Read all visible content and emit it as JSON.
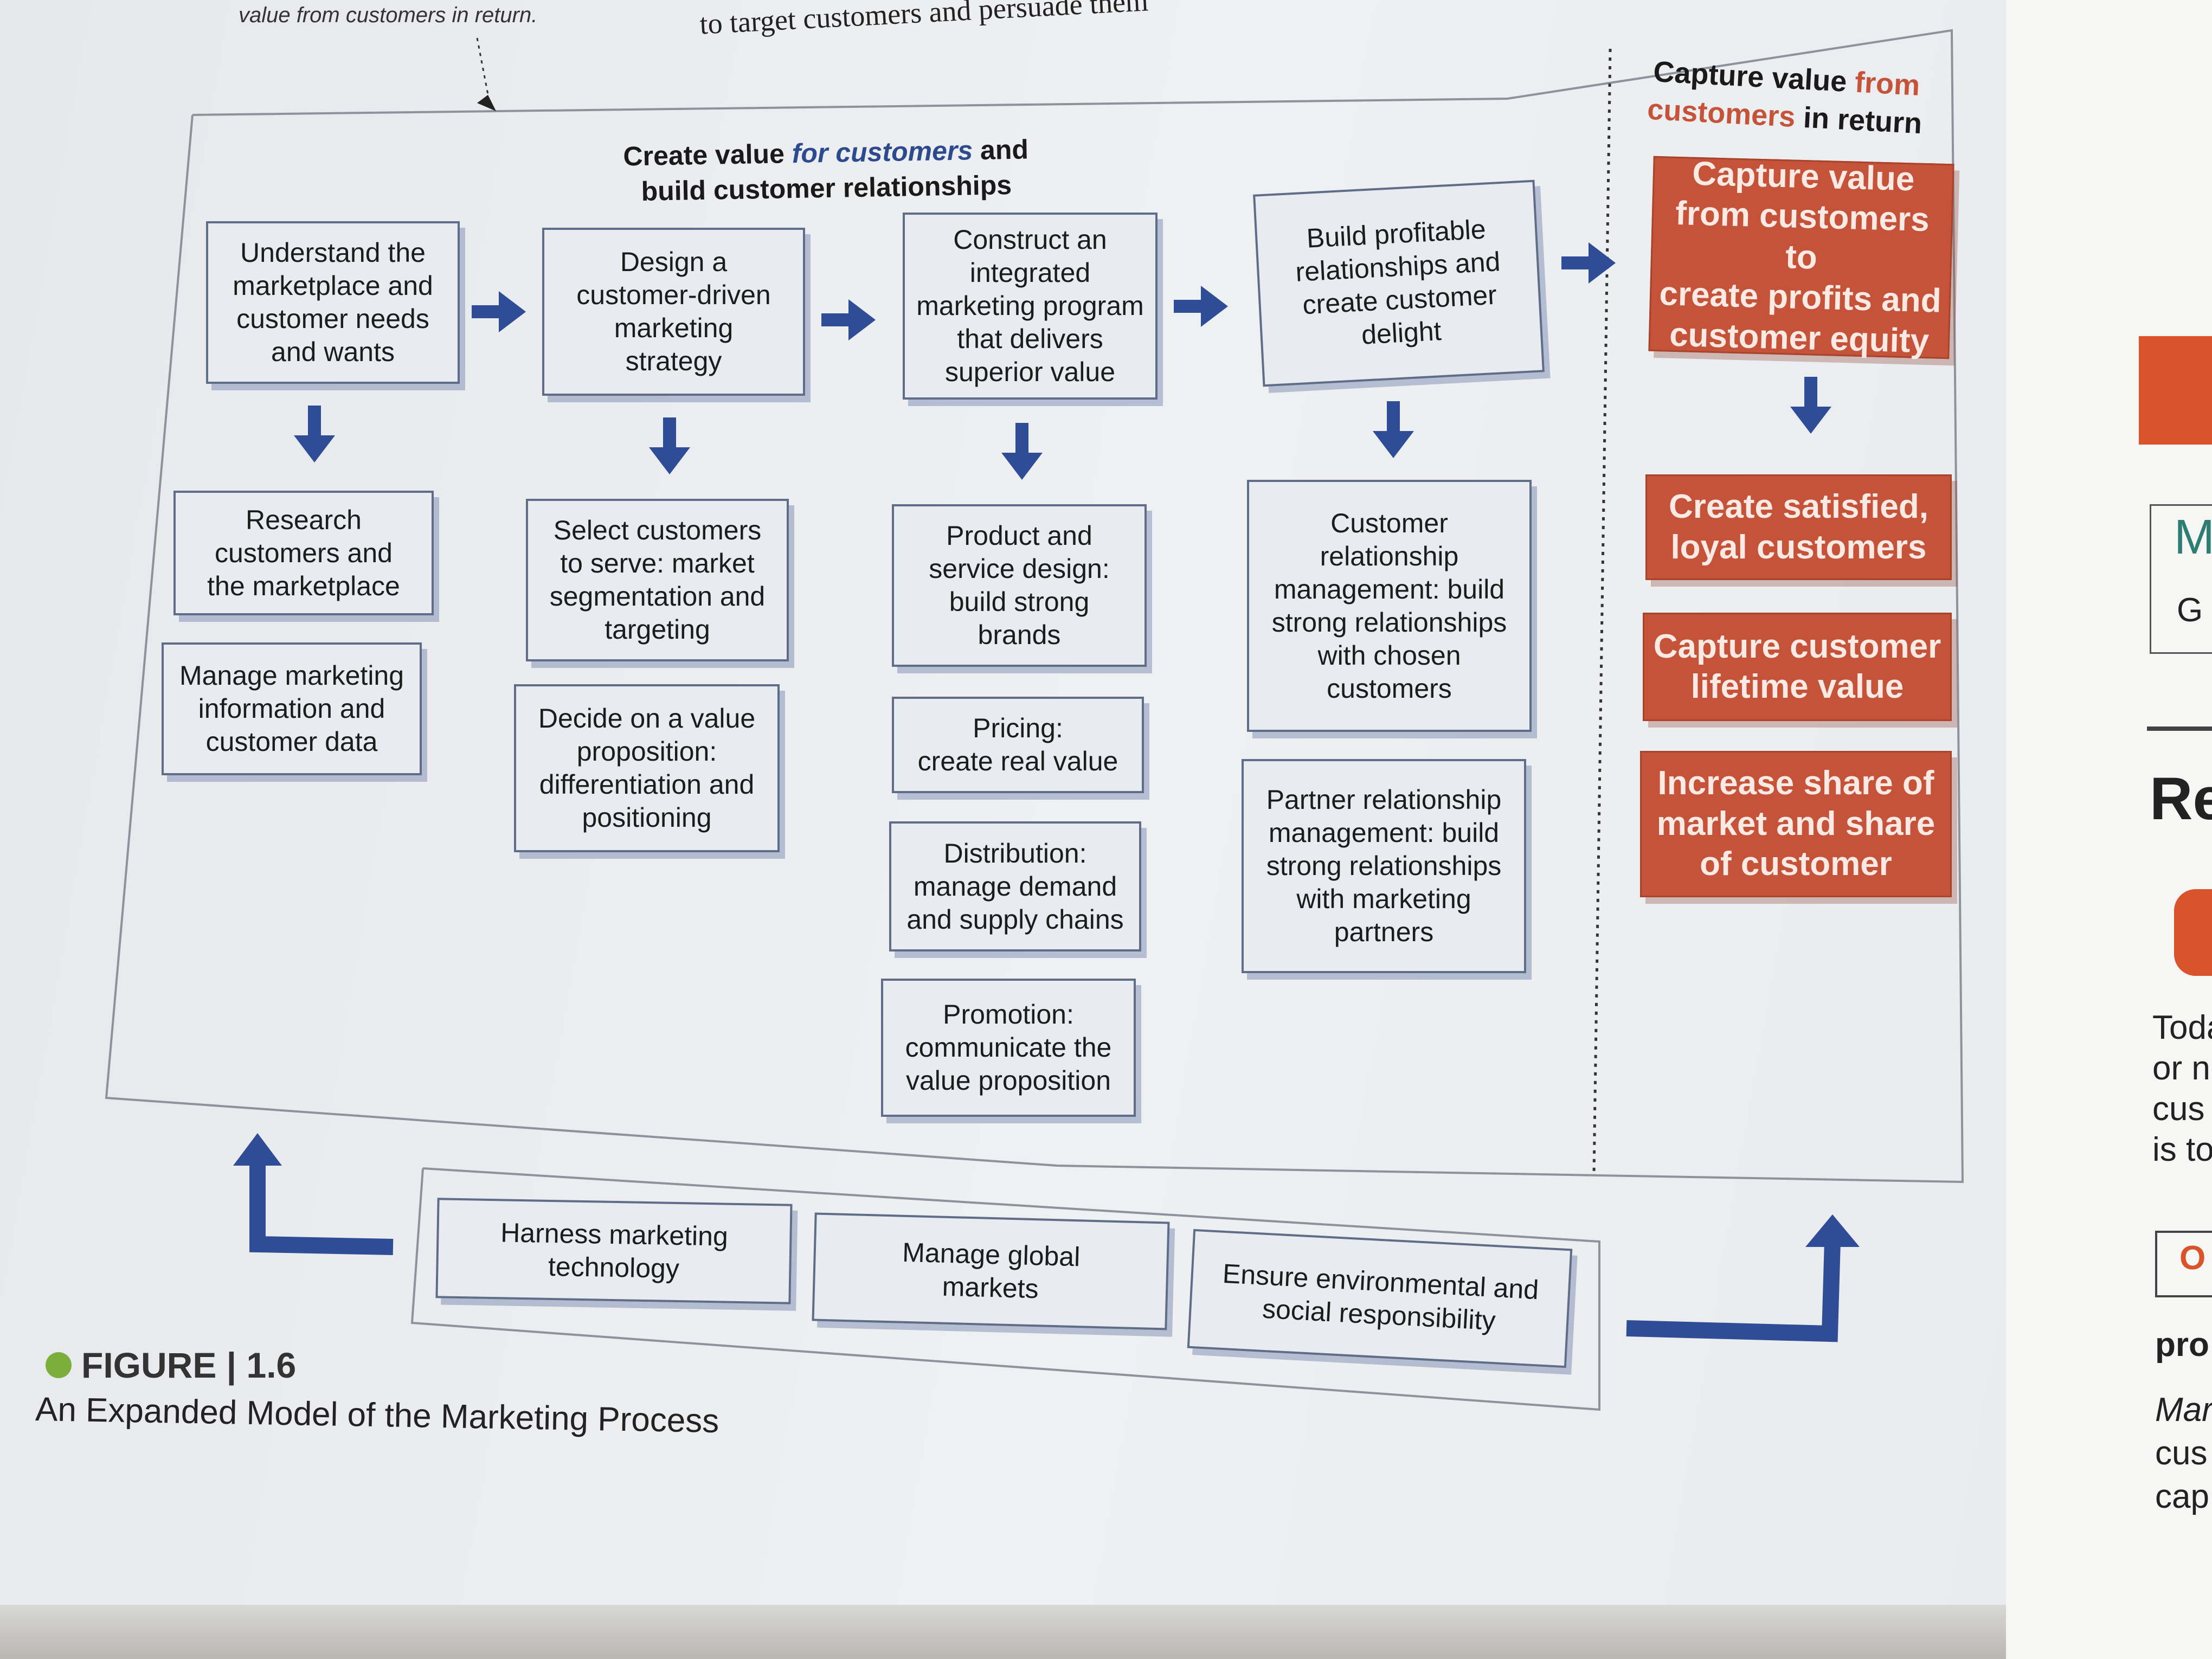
{
  "top_text": {
    "note": "value from customers in return.",
    "line": "to target customers and persuade them"
  },
  "create_heading": {
    "part1": "Create value ",
    "part2": "for customers",
    "part3": " and",
    "line2": "build customer relationships"
  },
  "capture_heading": {
    "part1": "Capture value ",
    "part2": "from",
    "part3": "customers",
    "part4": " in return"
  },
  "columns": [
    {
      "top": "Understand the\nmarketplace and\ncustomer needs\nand wants",
      "items": [
        "Research\ncustomers and\nthe marketplace",
        "Manage marketing\ninformation and\ncustomer data"
      ]
    },
    {
      "top": "Design a\ncustomer-driven\nmarketing\nstrategy",
      "items": [
        "Select customers\nto serve: market\nsegmentation and\ntargeting",
        "Decide on a value\nproposition:\ndifferentiation and\npositioning"
      ]
    },
    {
      "top": "Construct an\nintegrated\nmarketing program\nthat delivers\nsuperior value",
      "items": [
        "Product and\nservice design:\nbuild strong\nbrands",
        "Pricing:\ncreate real value",
        "Distribution:\nmanage demand\nand supply chains",
        "Promotion:\ncommunicate the\nvalue proposition"
      ]
    },
    {
      "top": "Build profitable\nrelationships and\ncreate customer\ndelight",
      "items": [
        "Customer\nrelationship\nmanagement: build\nstrong relationships\nwith chosen\ncustomers",
        "Partner relationship\nmanagement: build\nstrong relationships\nwith marketing\npartners"
      ]
    }
  ],
  "capture_boxes": {
    "top": "Capture value\nfrom customers to\ncreate profits and\ncustomer equity",
    "items": [
      "Create satisfied,\nloyal customers",
      "Capture customer\nlifetime value",
      "Increase share of\nmarket and share\nof customer"
    ]
  },
  "bottom_boxes": [
    "Harness marketing\ntechnology",
    "Manage global\nmarkets",
    "Ensure environmental and\nsocial responsibility"
  ],
  "figure": {
    "label": "FIGURE",
    "number": "1.6",
    "caption": "An Expanded Model of the Marketing Process"
  },
  "right_page": [
    "M",
    "G",
    "Re",
    "Toda",
    "or n",
    "cus",
    "is to",
    "O",
    "pro",
    "Mar",
    "cus",
    "cap"
  ],
  "colors": {
    "arrow": "#2f4d97",
    "capture": "#c4533a",
    "box_border": "#5f6d88"
  }
}
